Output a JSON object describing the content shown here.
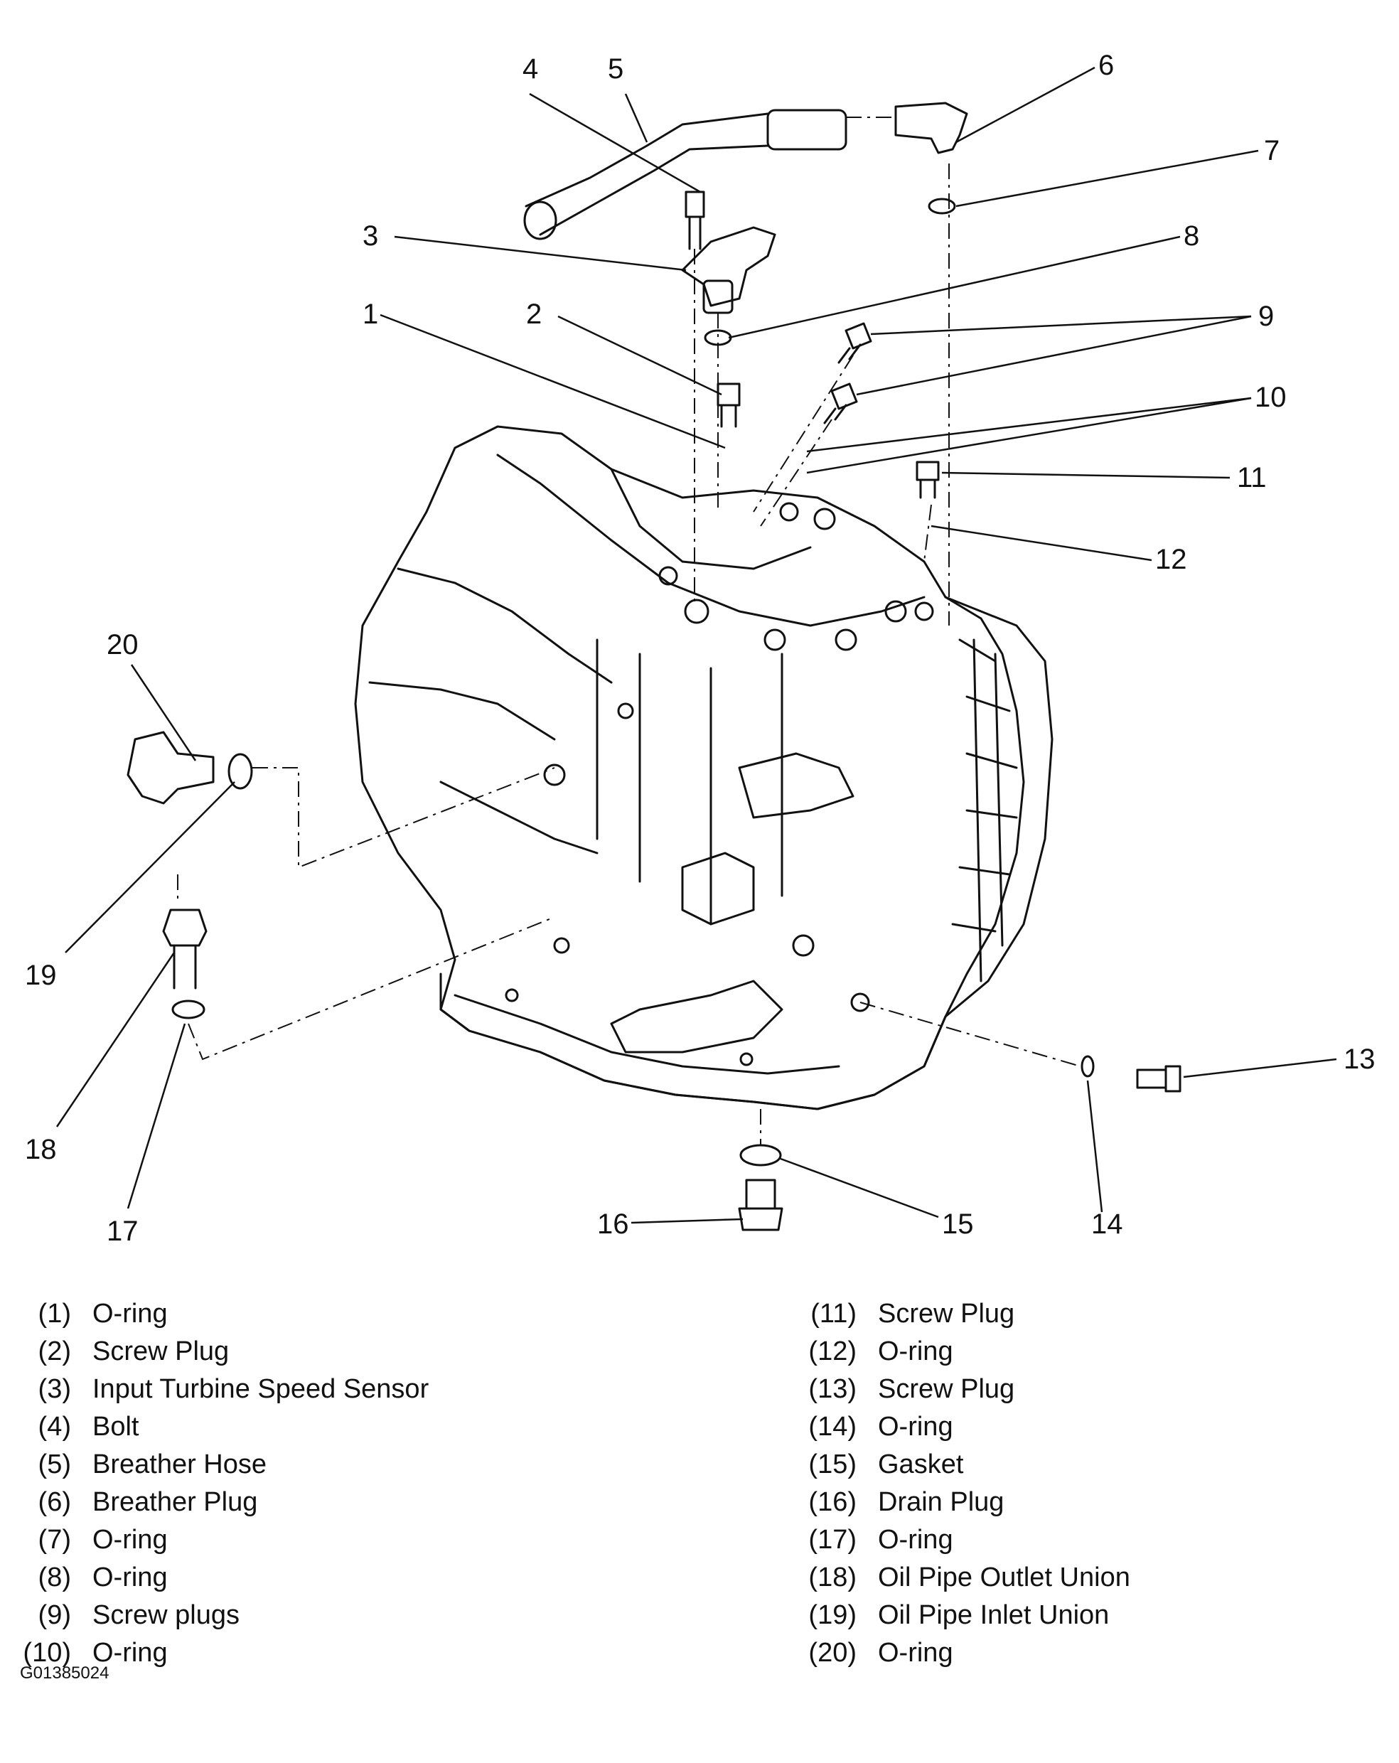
{
  "callouts": [
    "1",
    "2",
    "3",
    "4",
    "5",
    "6",
    "7",
    "8",
    "9",
    "10",
    "11",
    "12",
    "13",
    "14",
    "15",
    "16",
    "17",
    "18",
    "19",
    "20"
  ],
  "legend_left": [
    {
      "num": "(1)",
      "label": "O-ring"
    },
    {
      "num": "(2)",
      "label": "Screw Plug"
    },
    {
      "num": "(3)",
      "label": "Input Turbine Speed Sensor"
    },
    {
      "num": "(4)",
      "label": "Bolt"
    },
    {
      "num": "(5)",
      "label": "Breather Hose"
    },
    {
      "num": "(6)",
      "label": "Breather Plug"
    },
    {
      "num": "(7)",
      "label": "O-ring"
    },
    {
      "num": "(8)",
      "label": "O-ring"
    },
    {
      "num": "(9)",
      "label": "Screw plugs"
    },
    {
      "num": "(10)",
      "label": "O-ring"
    }
  ],
  "legend_right": [
    {
      "num": "(11)",
      "label": "Screw Plug"
    },
    {
      "num": "(12)",
      "label": "O-ring"
    },
    {
      "num": "(13)",
      "label": "Screw Plug"
    },
    {
      "num": "(14)",
      "label": "O-ring"
    },
    {
      "num": "(15)",
      "label": "Gasket"
    },
    {
      "num": "(16)",
      "label": "Drain Plug"
    },
    {
      "num": "(17)",
      "label": "O-ring"
    },
    {
      "num": "(18)",
      "label": "Oil Pipe Outlet Union"
    },
    {
      "num": "(19)",
      "label": "Oil Pipe Inlet Union"
    },
    {
      "num": "(20)",
      "label": "O-ring"
    }
  ],
  "figure_code": "G01385024",
  "colors": {
    "line": "#111111",
    "background": "#ffffff"
  }
}
